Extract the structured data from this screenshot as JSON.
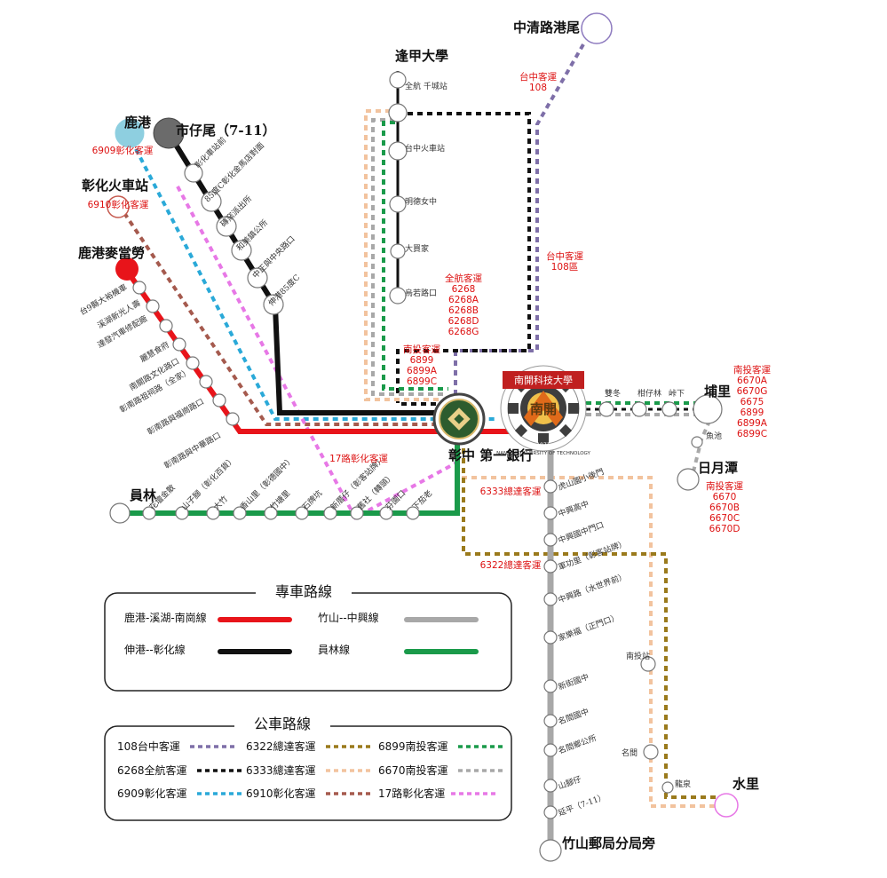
{
  "colors": {
    "red_line": "#e8141a",
    "black_line": "#111111",
    "gray_line": "#a8a8a8",
    "green_line": "#1a9a4a",
    "purple_bus": "#7e6fa8",
    "black_bus": "#111111",
    "blue_bus": "#2aa9d8",
    "olive_bus": "#9a7a1c",
    "peach_bus": "#f2c39e",
    "brown_bus": "#a55a4e",
    "green_bus": "#1a9a4a",
    "gray_bus": "#a8a8a8",
    "magenta_bus": "#e778e6",
    "label_red": "#d11111"
  },
  "hubs": {
    "changhua_bank": "彰中 第一銀行",
    "nankai_logo_top": "南開科技大學",
    "nankai_logo_center": "南開",
    "nankai_logo_ring": "NAN KAI UNIVERSITY OF TECHNOLOGY",
    "nankai_logo_year": "1971"
  },
  "terminals": {
    "zhongqing": "中清路港尾",
    "fengjia": "逢甲大學",
    "lukang": "鹿港",
    "shizaiwei": "市仔尾（7-11）",
    "changhua_station": "彰化火車站",
    "lukang_temple": "鹿港麥當勞",
    "yuanlin": "員林",
    "puli": "埔里",
    "sunmoon": "日月潭",
    "shuili": "水里",
    "zhushan": "竹山郵局分局旁",
    "nantou_station": "南投站",
    "mingjian": "名間",
    "yuchi": "魚池",
    "longquan": "龍泉"
  },
  "stops": {
    "taichung_line": [
      "全航 千城站",
      "台中火車站",
      "明德女中",
      "大買家",
      "烏若路口"
    ],
    "changhua_line": [
      "彰化車站前",
      "85度C彰化金馬店對面",
      "磚窯派出所",
      "和美鎮公所",
      "中正與中央路口",
      "伸港85度C"
    ],
    "lukang_line": [
      "台9縣大裕機車",
      "溪湖新光人壽",
      "達發汽車修配廠",
      "麗慧食府",
      "南關路文化路口",
      "彰南路祖祠路（全家）",
      "彰南路與福崗路口",
      "彰南路與中華路口"
    ],
    "yuanlin_line": [
      "花壇金散",
      "山子腳（彰化百貨）",
      "大竹",
      "香山里（彰德國中）",
      "竹塘里",
      "石牌坑",
      "新厝仔（彰客站牌）",
      "舊社（轉頭）",
      "芬園口",
      "下茄老"
    ],
    "zhushan_line": [
      "虎山園小後門",
      "中興高中",
      "中興國中門口",
      "軍功里（彰客站牌）",
      "中興路（水世界前）",
      "家樂福（正門口）",
      "新街國中",
      "名間國中",
      "名間鄉公所",
      "山腳仔",
      "延平（7-11）"
    ],
    "puli_line": [
      "雙冬",
      "柑仔林",
      "峠下"
    ]
  },
  "route_labels": {
    "taichung_108": "台中客運\n108",
    "taichung_108_district": "台中客運\n108區",
    "quanhang_buses": "全航客運\n6268\n6268A\n6268B\n6268D\n6268G",
    "nantou_6899": "南投客運\n6899\n6899A\n6899C",
    "changhua_6909": "6909彰化客運",
    "changhua_6910": "6910彰化客運",
    "changhua_17": "17路彰化客運",
    "zongda_6333": "6333總達客運",
    "zongda_6322": "6322總達客運",
    "nantou_puli": "南投客運\n6670A\n6670G\n6675\n6899\n6899A\n6899C",
    "nantou_sunmoon": "南投客運\n6670\n6670B\n6670C\n6670D"
  },
  "legend_shuttle": {
    "title": "專車路線",
    "items": [
      {
        "label": "鹿港-溪湖-南崗線",
        "color": "#e8141a"
      },
      {
        "label": "竹山--中興線",
        "color": "#a8a8a8"
      },
      {
        "label": "伸港--彰化線",
        "color": "#111111"
      },
      {
        "label": "員林線",
        "color": "#1a9a4a"
      }
    ]
  },
  "legend_bus": {
    "title": "公車路線",
    "items": [
      {
        "label": "108台中客運",
        "color": "#7e6fa8"
      },
      {
        "label": "6322總達客運",
        "color": "#9a7a1c"
      },
      {
        "label": "6899南投客運",
        "color": "#1a9a4a"
      },
      {
        "label": "6268全航客運",
        "color": "#111111"
      },
      {
        "label": "6333總達客運",
        "color": "#f2c39e"
      },
      {
        "label": "6670南投客運",
        "color": "#a8a8a8"
      },
      {
        "label": "6909彰化客運",
        "color": "#2aa9d8"
      },
      {
        "label": "6910彰化客運",
        "color": "#a55a4e"
      },
      {
        "label": "17路彰化客運",
        "color": "#e778e6"
      }
    ]
  }
}
